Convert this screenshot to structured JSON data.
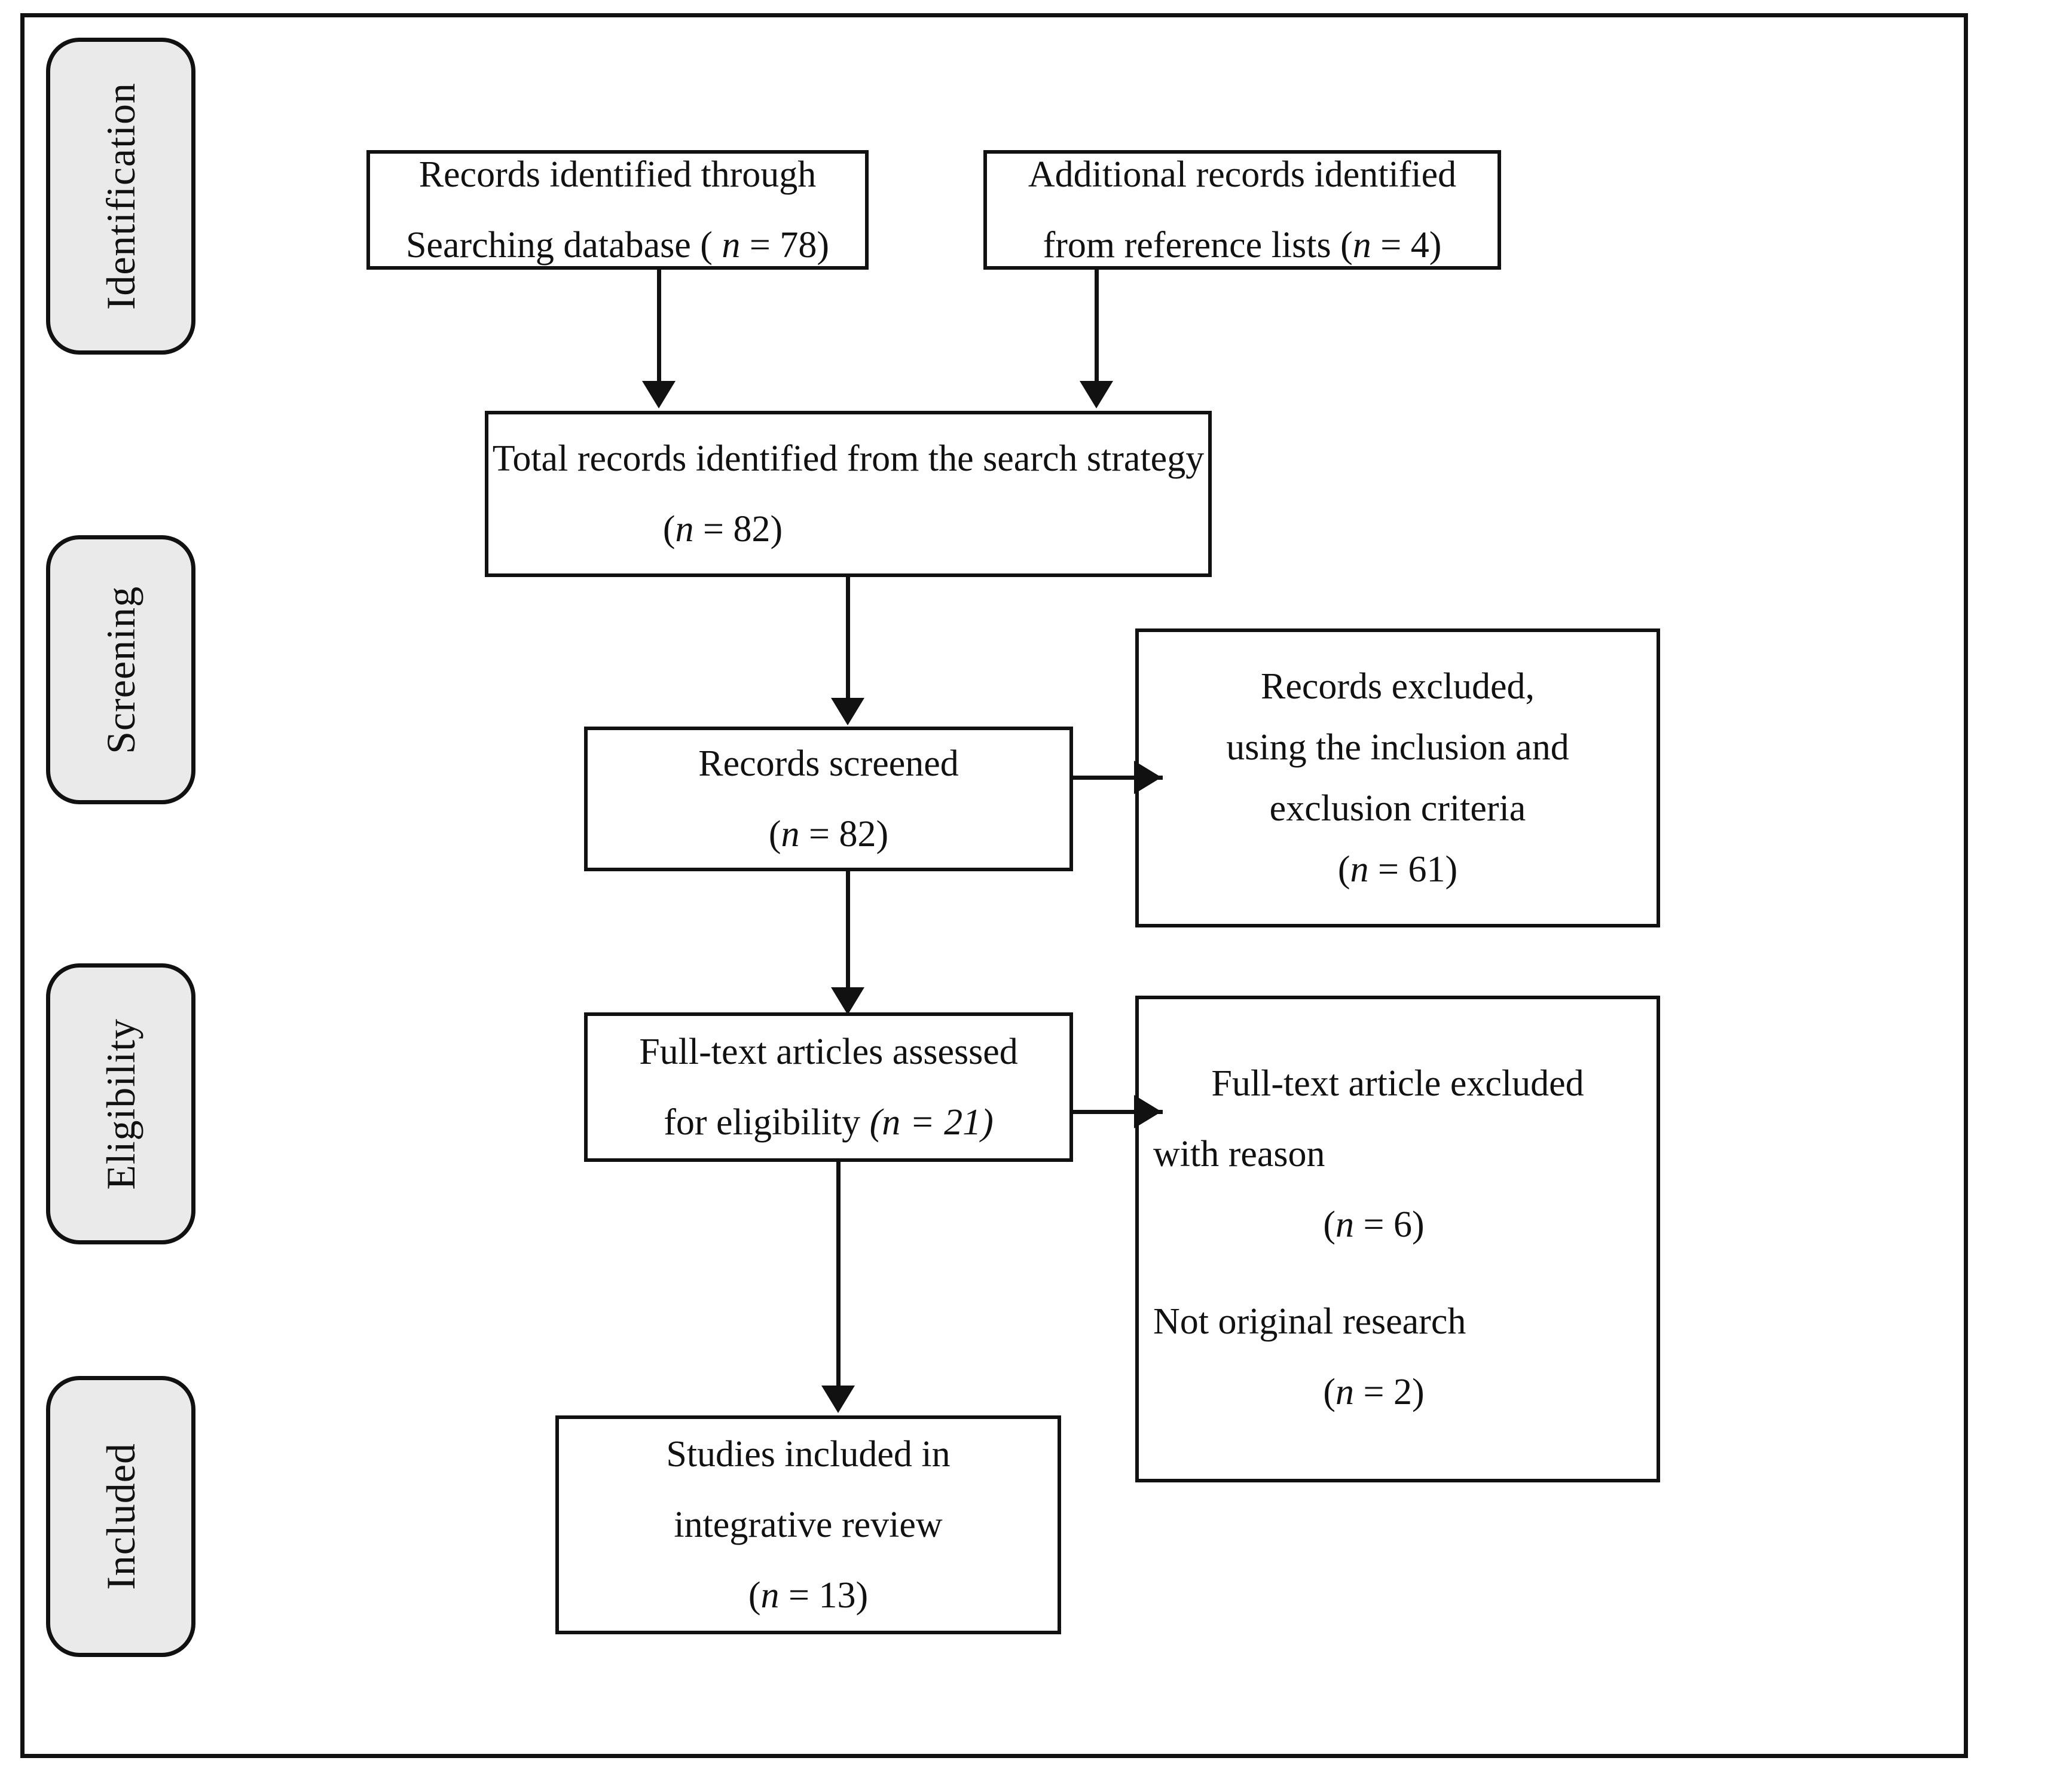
{
  "diagram": {
    "type": "prisma-flow-diagram",
    "stages": [
      {
        "id": "identification",
        "label": "Identification"
      },
      {
        "id": "screening",
        "label": "Screening"
      },
      {
        "id": "eligibility",
        "label": "Eligibility"
      },
      {
        "id": "included",
        "label": "Included"
      }
    ],
    "boxes": {
      "records_database": {
        "line1": "Records identified through",
        "line2": "Searching database ( ",
        "line2_n": "n",
        "line2_end": " = 78)"
      },
      "records_reference": {
        "line1": "Additional records identified",
        "line2": "from reference lists (",
        "line2_n": "n",
        "line2_end": " = 4)"
      },
      "total_records": {
        "line1": "Total records identified from the search strategy",
        "line2_open": "(",
        "line2_n": "n",
        "line2_end": " = 82)"
      },
      "records_screened": {
        "line1": "Records screened",
        "line2_open": "(",
        "line2_n": "n",
        "line2_end": " = 82)"
      },
      "records_excluded": {
        "line1": "Records excluded,",
        "line2": "using the inclusion and",
        "line3": "exclusion criteria",
        "line4_open": "(",
        "line4_n": "n",
        "line4_end": " = 61)"
      },
      "fulltext_assessed": {
        "line1": "Full-text articles assessed",
        "line2": "for eligibility ",
        "line2_paren": "(n = 21)"
      },
      "fulltext_excluded": {
        "line1": "Full-text article excluded",
        "line2": "with reason",
        "line3_open": "(",
        "line3_n": "n",
        "line3_end": " = 6)",
        "line4": "Not original research",
        "line5_open": "(",
        "line5_n": "n",
        "line5_end": " = 2)"
      },
      "studies_included": {
        "line1": "Studies included in",
        "line2": "integrative review",
        "line3_open": "(",
        "line3_n": "n",
        "line3_end": " = 13)"
      }
    },
    "counts": {
      "records_database": 78,
      "records_reference": 4,
      "total_records": 82,
      "records_screened": 82,
      "records_excluded": 61,
      "fulltext_assessed": 21,
      "fulltext_excluded": 6,
      "not_original_research": 2,
      "studies_included": 13
    },
    "colors": {
      "line": "#111111",
      "stage_fill": "#eaeaea",
      "box_fill": "#ffffff",
      "background": "#ffffff"
    }
  }
}
